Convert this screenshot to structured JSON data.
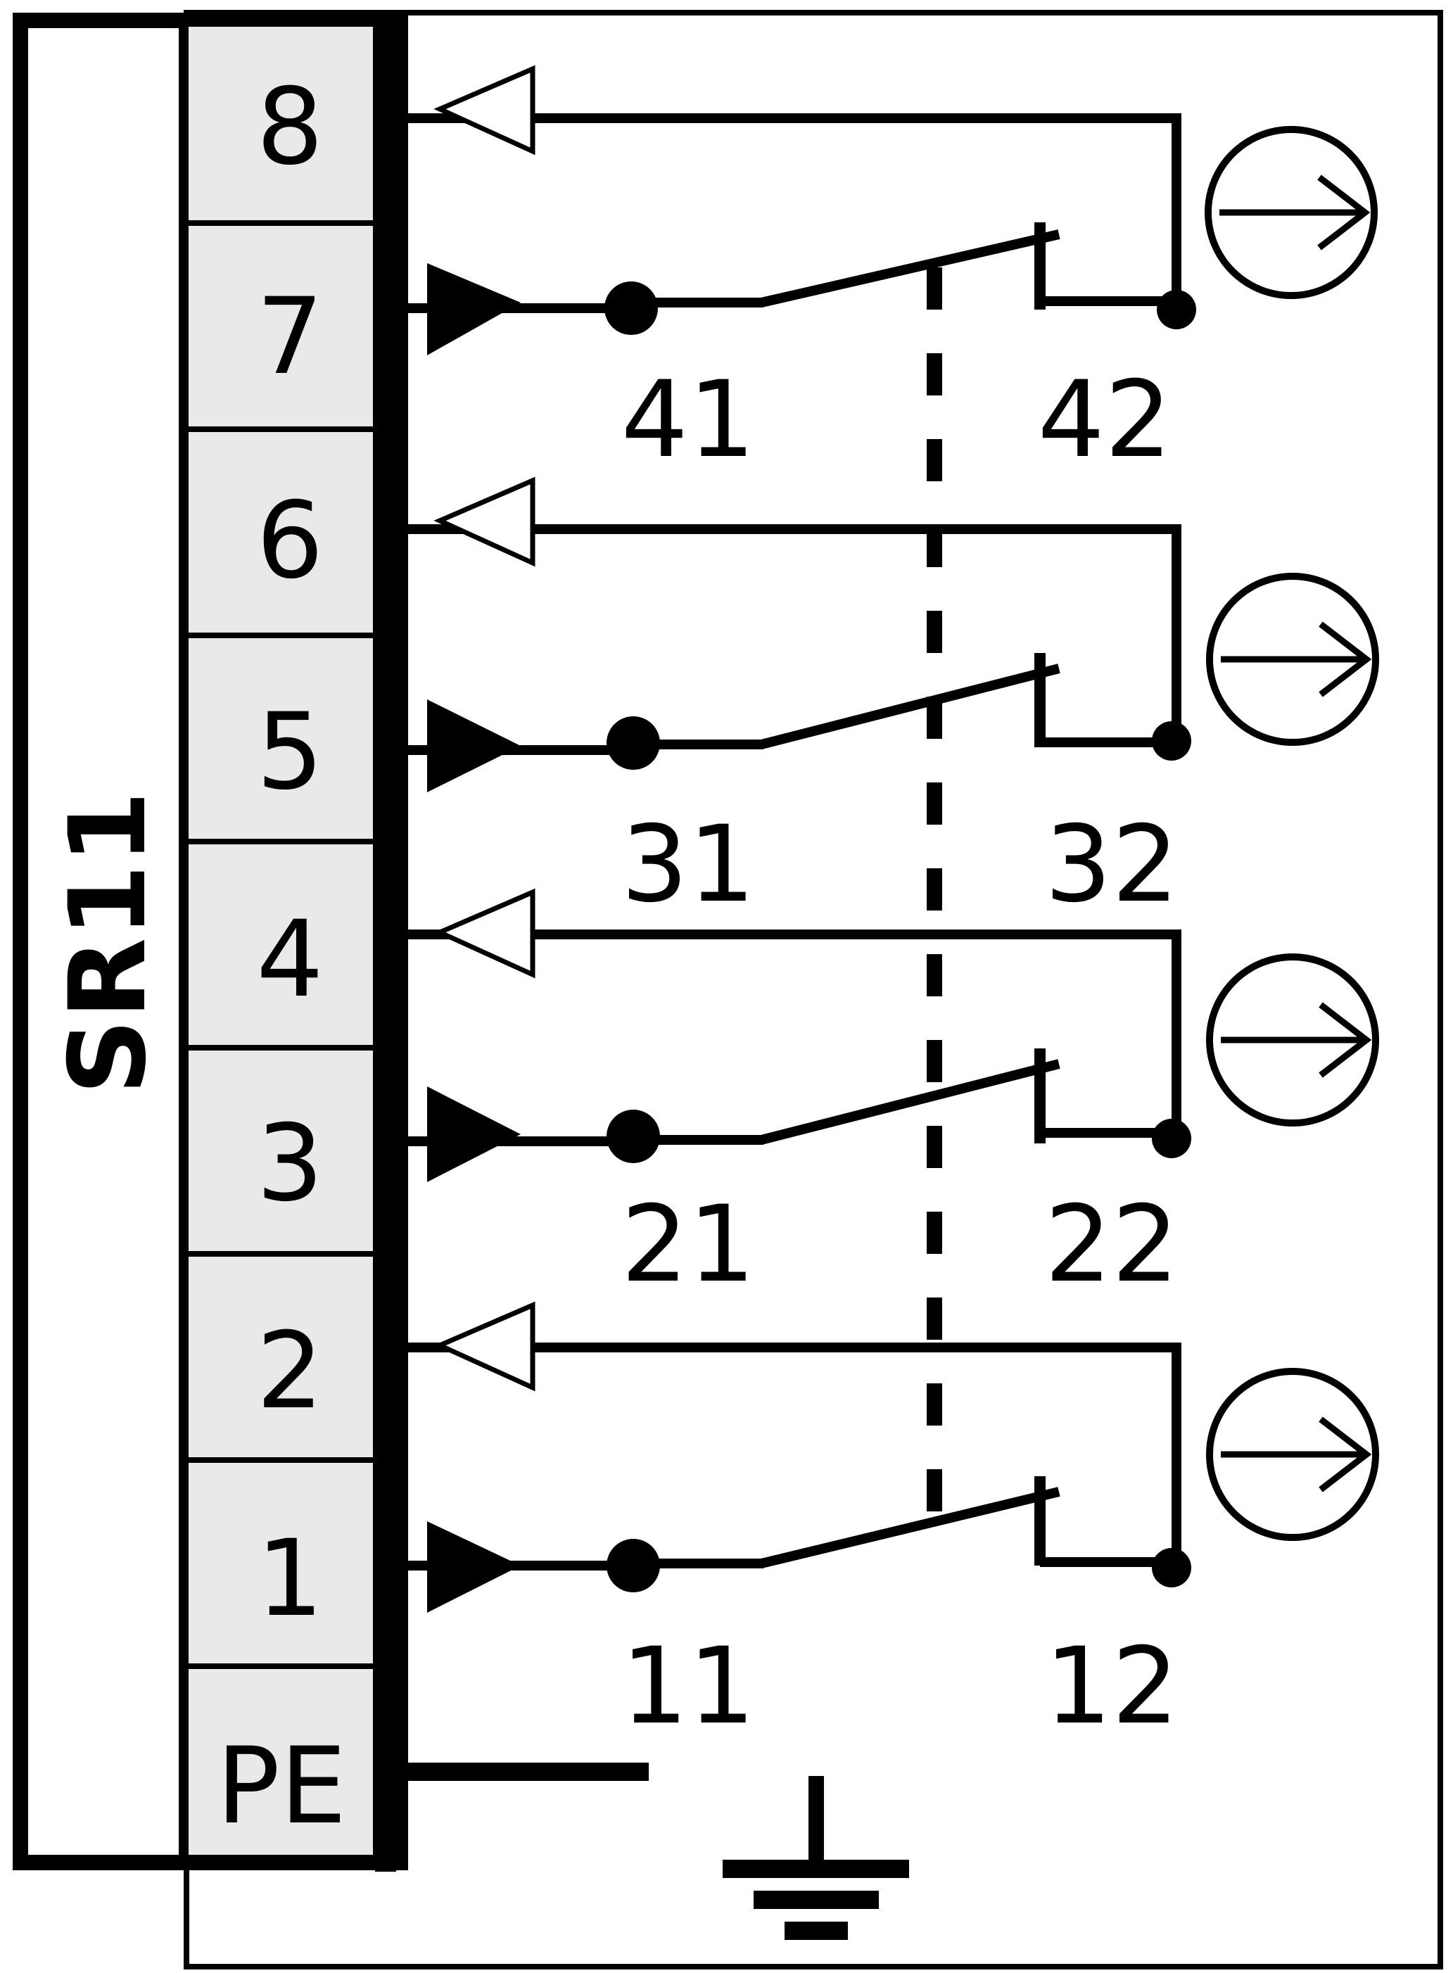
{
  "device": {
    "label": "SR11"
  },
  "terminals": [
    {
      "label": "8"
    },
    {
      "label": "7"
    },
    {
      "label": "6"
    },
    {
      "label": "5"
    },
    {
      "label": "4"
    },
    {
      "label": "3"
    },
    {
      "label": "2"
    },
    {
      "label": "1"
    },
    {
      "label": "PE"
    }
  ],
  "contacts": [
    {
      "from": "41",
      "to": "42"
    },
    {
      "from": "31",
      "to": "32"
    },
    {
      "from": "21",
      "to": "22"
    },
    {
      "from": "11",
      "to": "12"
    }
  ],
  "colors": {
    "terminal_fill": "#e9e9e9",
    "line": "#000000",
    "background": "#ffffff"
  }
}
